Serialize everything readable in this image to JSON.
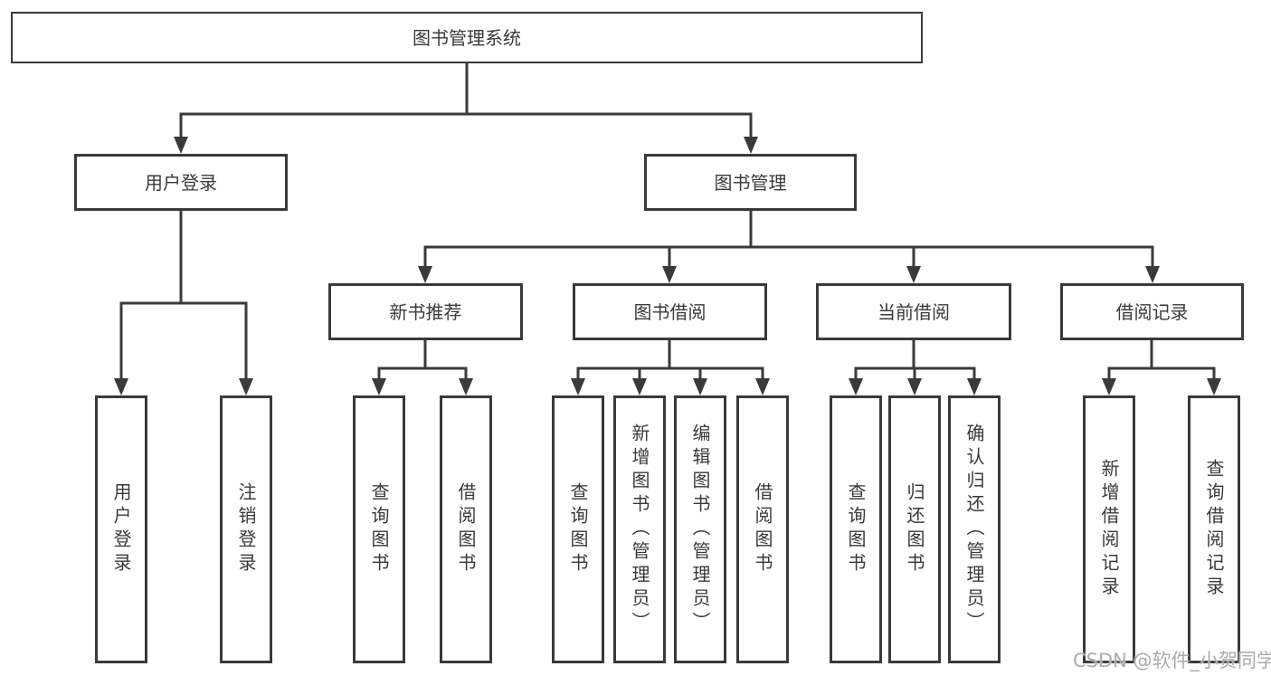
{
  "tree": {
    "root": {
      "label": "图书管理系统"
    },
    "user_login": {
      "label": "用户登录",
      "children": [
        {
          "label": "用户登录"
        },
        {
          "label": "注销登录"
        }
      ]
    },
    "book_management": {
      "label": "图书管理",
      "sections": [
        {
          "label": "新书推荐",
          "children": [
            {
              "label": "查询图书"
            },
            {
              "label": "借阅图书"
            }
          ]
        },
        {
          "label": "图书借阅",
          "children": [
            {
              "label": "查询图书"
            },
            {
              "label": "新增图书（管理员）"
            },
            {
              "label": "编辑图书（管理员）"
            },
            {
              "label": "借阅图书"
            }
          ]
        },
        {
          "label": "当前借阅",
          "children": [
            {
              "label": "查询图书"
            },
            {
              "label": "归还图书"
            },
            {
              "label": "确认归还（管理员）"
            }
          ]
        },
        {
          "label": "借阅记录",
          "children": [
            {
              "label": "新增借阅记录"
            },
            {
              "label": "查询借阅记录"
            }
          ]
        }
      ]
    }
  },
  "watermark": {
    "text": "CSDN @软件_小贺同学"
  },
  "colors": {
    "line": "#3a3a3a",
    "text": "#3a3a3a",
    "background": "#ffffff",
    "watermark_text": "#acacac"
  }
}
